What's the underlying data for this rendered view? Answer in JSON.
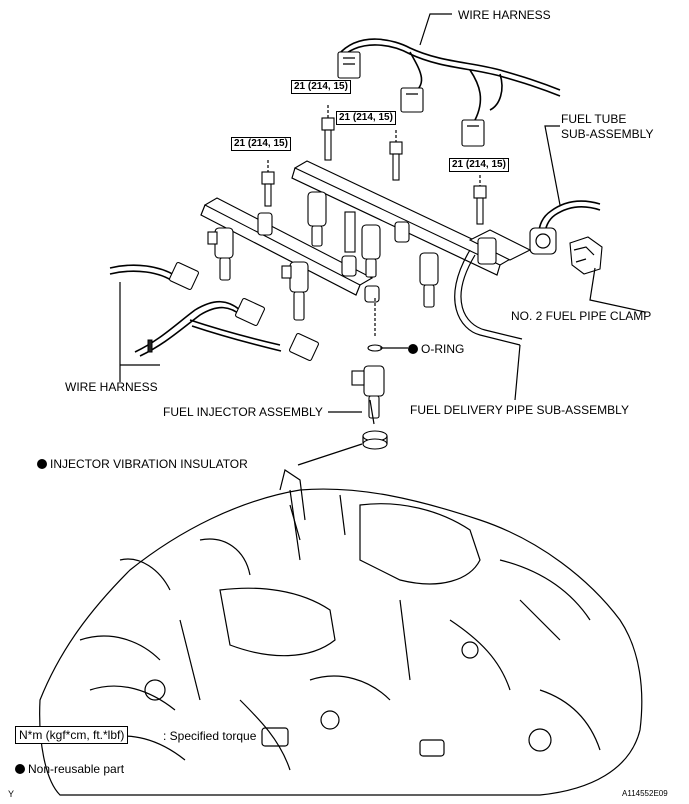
{
  "labels": {
    "wire_harness_top": "WIRE HARNESS",
    "fuel_tube_line1": "FUEL TUBE",
    "fuel_tube_line2": "SUB-ASSEMBLY",
    "no2_clamp": "NO. 2 FUEL PIPE CLAMP",
    "o_ring": "O-RING",
    "wire_harness_left": "WIRE HARNESS",
    "fuel_injector": "FUEL INJECTOR ASSEMBLY",
    "fuel_delivery_pipe": "FUEL DELIVERY PIPE SUB-ASSEMBLY",
    "injector_insulator": "INJECTOR VIBRATION INSULATOR"
  },
  "torque_specs": [
    "21 (214, 15)",
    "21 (214, 15)",
    "21 (214, 15)",
    "21 (214, 15)"
  ],
  "legend": {
    "torque_unit": "N*m (kgf*cm, ft.*lbf)",
    "torque_desc": ": Specified torque",
    "nonreusable": "Non-reusable part"
  },
  "footer": {
    "left_code": "Y",
    "figure_id": "A114552E09"
  },
  "icons": {
    "nonreusable_marker": "black-dot-icon"
  }
}
